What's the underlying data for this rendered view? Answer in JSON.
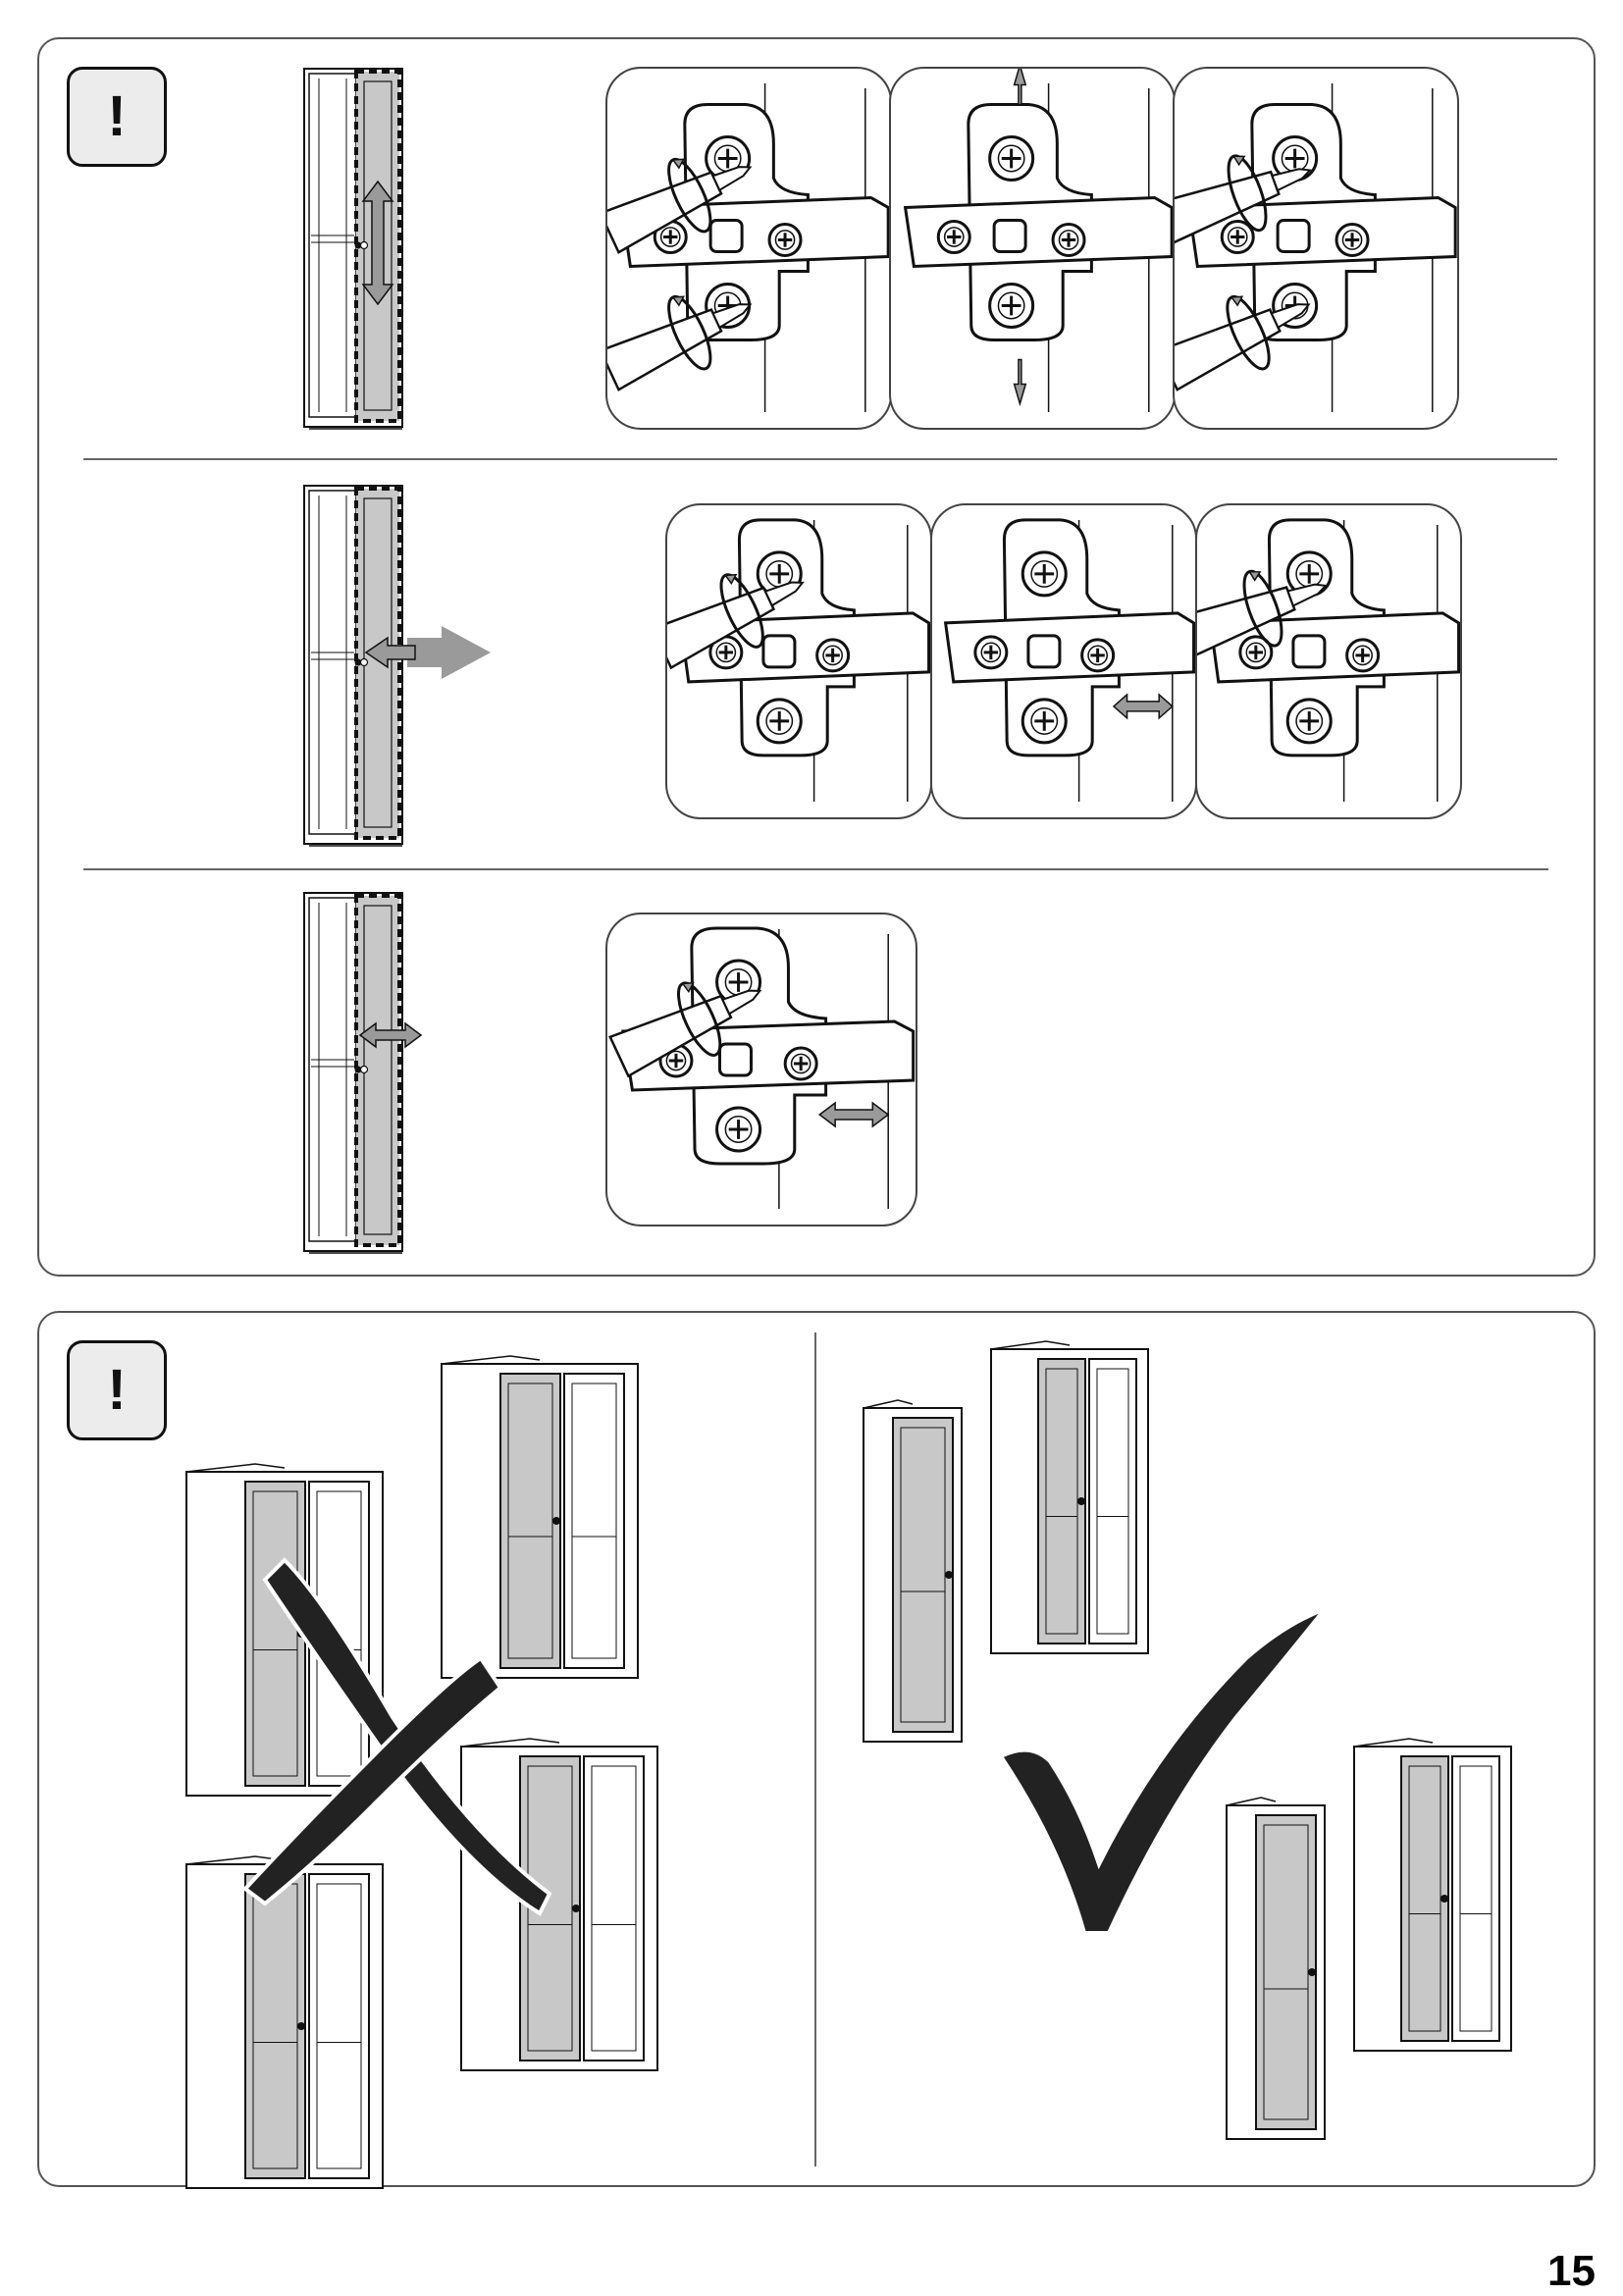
{
  "page": {
    "number": "15"
  },
  "warning_icons": [
    {
      "glyph": "!"
    },
    {
      "glyph": "!"
    }
  ],
  "icons": {
    "attention": "exclamation-icon",
    "wrong": "cross-mark-icon",
    "correct": "check-mark-icon",
    "hinge": "hinge-adjust-icon",
    "screwdriver": "screwdriver-icon"
  },
  "steps": [
    {
      "adjustment": "vertical",
      "detail_count": 3
    },
    {
      "adjustment": "depth",
      "detail_count": 3
    },
    {
      "adjustment": "lateral",
      "detail_count": 1
    }
  ],
  "colors": {
    "ink": "#111111",
    "door_fill": "#c8c8c8",
    "arrow": "#9a9a9a",
    "panel_border": "#555555"
  }
}
